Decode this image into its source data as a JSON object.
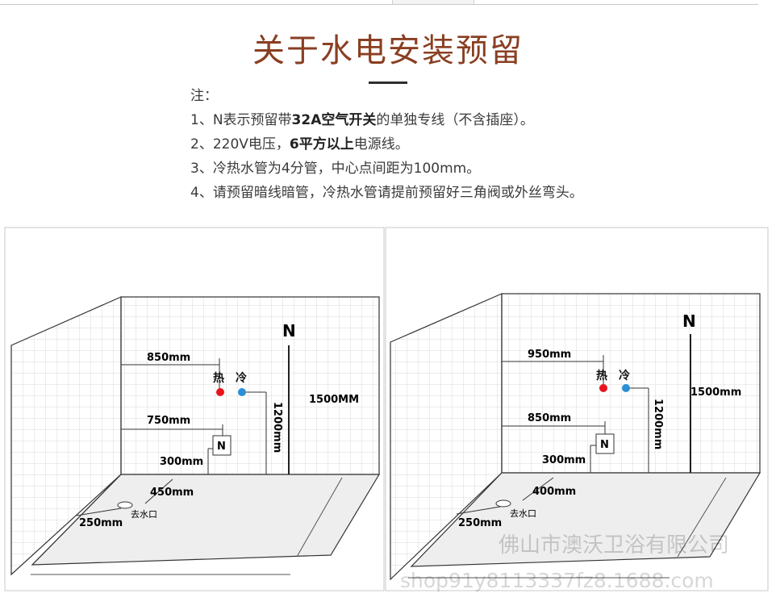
{
  "title": "关于水电安装预留",
  "notes": {
    "heading": "注：",
    "items": [
      {
        "pre": "1、N表示预留带",
        "bold": "32A空气开关",
        "post": "的单独专线（不含插座）。"
      },
      {
        "pre": "2、220V电压，",
        "bold": "6平方以上",
        "post": "电源线。"
      },
      {
        "pre": "3、冷热水管为4分管，中心点间距为100mm。",
        "bold": "",
        "post": ""
      },
      {
        "pre": "4、请预留暗线暗管，冷热水管请提前预留好三角阀或外丝弯头。",
        "bold": "",
        "post": ""
      }
    ]
  },
  "diagrams": [
    {
      "n_label": "N",
      "hot": "热",
      "cold": "冷",
      "dim_hot": "850mm",
      "dim_n": "750mm",
      "dim_height_water": "1200mm",
      "dim_height_n": "1500MM",
      "dim_n_floor": "300mm",
      "dim_drain_back": "450mm",
      "dim_drain_side": "250mm",
      "drain_label": "去水口",
      "socket_label": "N"
    },
    {
      "n_label": "N",
      "hot": "热",
      "cold": "冷",
      "dim_hot": "950mm",
      "dim_n": "850mm",
      "dim_height_water": "1200mm",
      "dim_height_n": "1500mm",
      "dim_n_floor": "300mm",
      "dim_drain_back": "400mm",
      "dim_drain_side": "250mm",
      "drain_label": "去水口",
      "socket_label": "N"
    }
  ],
  "watermark": {
    "line1": "佛山市澳沃卫浴有限公司",
    "line2": "shop91y8113337fz8.1688.com"
  },
  "colors": {
    "title": "#8a3f22",
    "hot": "#e8141c",
    "cold": "#2a8fd6",
    "grid": "#d6d6d6"
  }
}
